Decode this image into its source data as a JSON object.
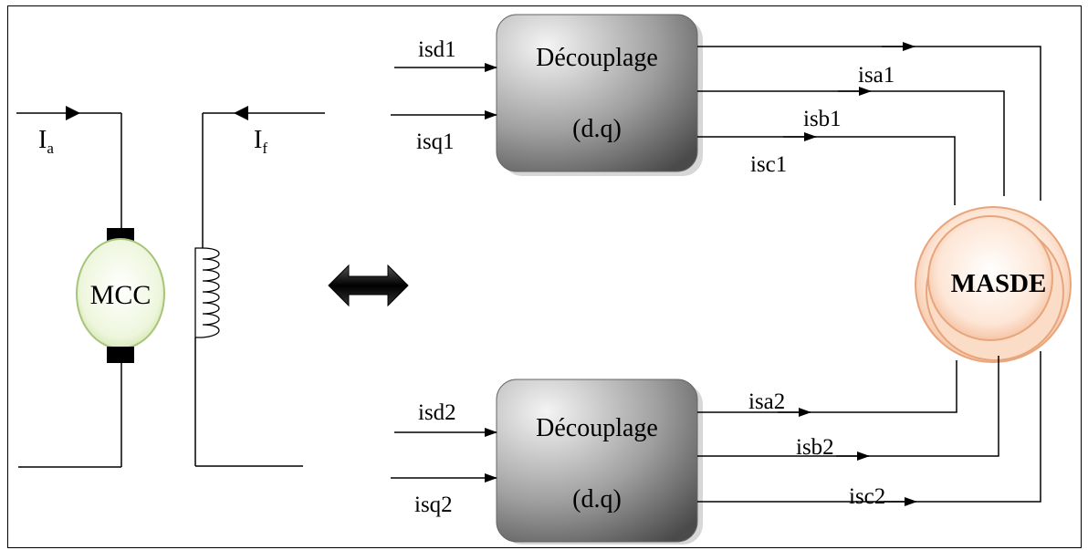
{
  "dc_motor": {
    "label": "MCC",
    "armature_current": {
      "symbol": "I",
      "subscript": "a"
    },
    "field_current": {
      "symbol": "I",
      "subscript": "f"
    }
  },
  "decoupling_top": {
    "title": "Découplage",
    "subtitle": "(d.q)",
    "inputs": [
      "isd1",
      "isq1"
    ],
    "outputs": [
      "isa1",
      "isb1",
      "isc1"
    ]
  },
  "decoupling_bottom": {
    "title": "Découplage",
    "subtitle": "(d.q)",
    "inputs": [
      "isd2",
      "isq2"
    ],
    "outputs": [
      "isa2",
      "isb2",
      "isc2"
    ]
  },
  "machine": {
    "label": "MASDE"
  },
  "colors": {
    "motor_fill": "#e3f0c8",
    "motor_stroke": "#a8c47a",
    "masde_fill": "#f7c9a8",
    "masde_stroke": "#e8a57c",
    "block_fill": "#a8a8a8"
  }
}
